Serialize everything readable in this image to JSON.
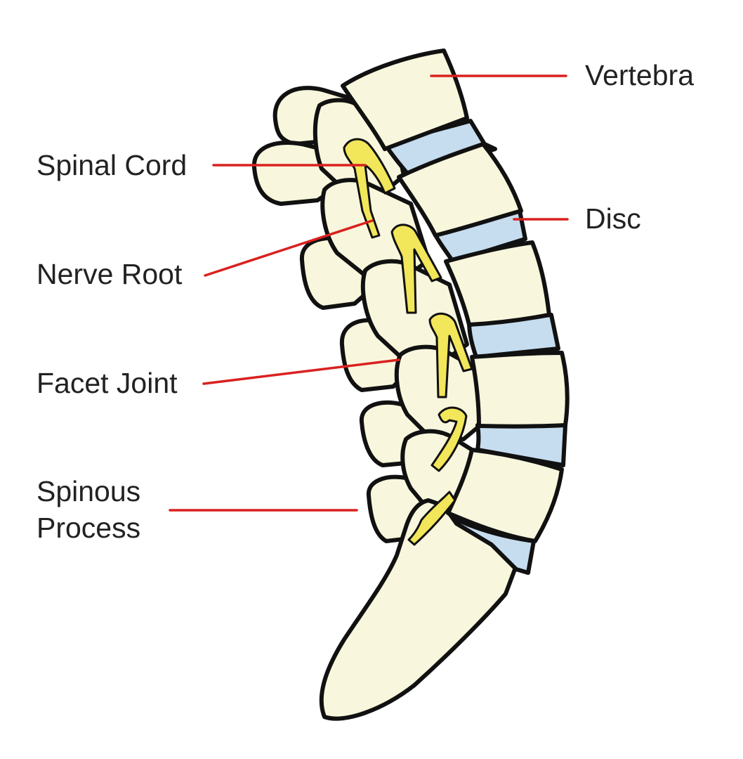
{
  "labels": {
    "vertebra": "Vertebra",
    "disc": "Disc",
    "spinal_cord": "Spinal Cord",
    "nerve_root": "Nerve Root",
    "facet_joint": "Facet Joint",
    "spinous_process_line1": "Spinous",
    "spinous_process_line2": "Process"
  },
  "colors": {
    "bone": "#f8f6dc",
    "disc": "#c6dcef",
    "nerve": "#f2e65a",
    "leader": "#d9211f",
    "outline": "#111111",
    "text": "#222222"
  }
}
